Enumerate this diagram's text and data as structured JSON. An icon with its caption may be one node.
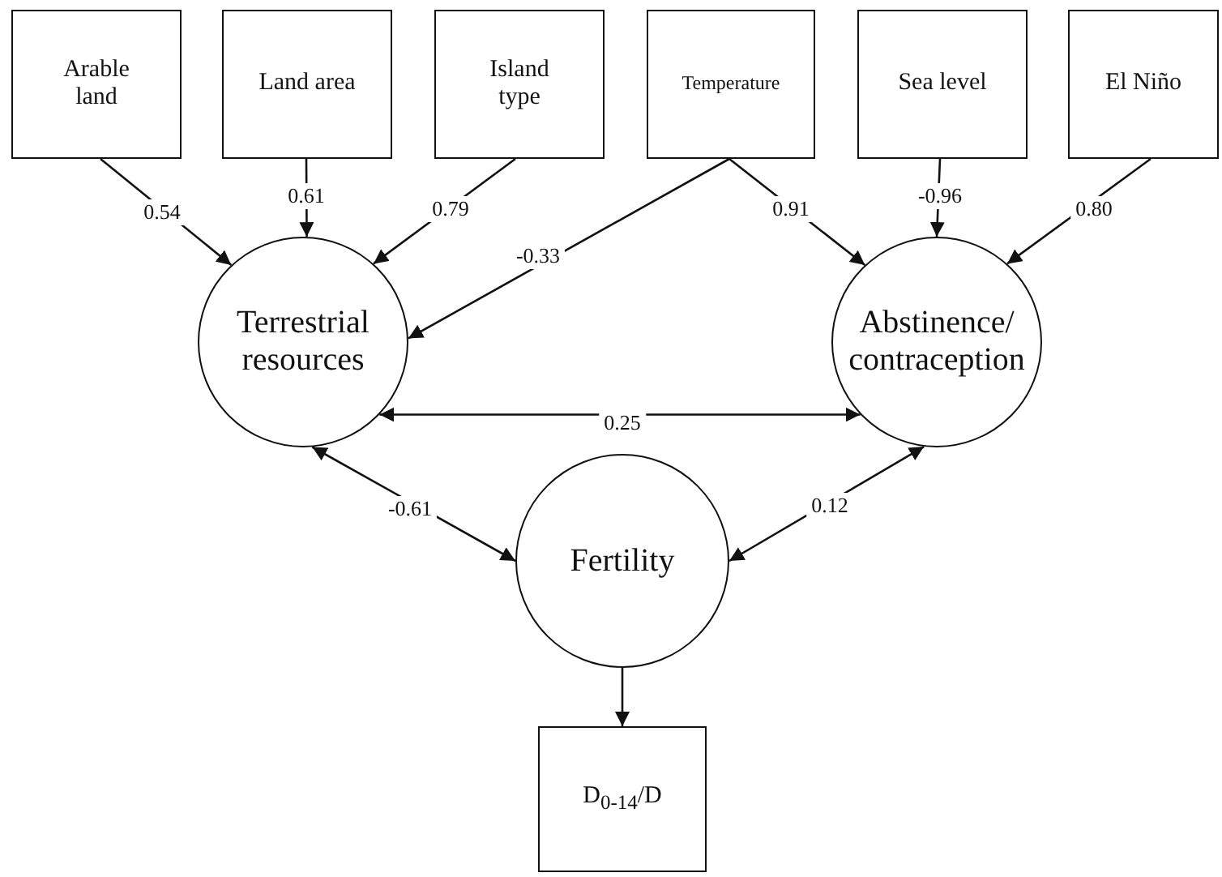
{
  "diagram": {
    "nodes": [
      {
        "text": [
          "Arable land"
        ]
      },
      {
        "text": [
          "Land area"
        ]
      },
      {
        "text": [
          "Island type"
        ]
      },
      {
        "text": [
          "Temperature"
        ]
      },
      {
        "text": [
          "Sea level"
        ]
      },
      {
        "text": [
          "El Niño"
        ]
      },
      {
        "text": [
          "Terrestrial resources"
        ]
      },
      {
        "text": [
          "Abstinence/ contraception"
        ]
      },
      {
        "text": [
          "Fertility"
        ]
      },
      {
        "text": [
          "D$_{0-14}$/D"
        ]
      }
    ],
    "edges": [
      {
        "from": 0,
        "to": 6,
        "arrow": "to",
        "label": "0.54"
      },
      {
        "from": 1,
        "to": 6,
        "arrow": "to",
        "label": "0.61"
      },
      {
        "from": 2,
        "to": 6,
        "arrow": "to",
        "label": "0.79"
      },
      {
        "from": 3,
        "to": 6,
        "arrow": "to",
        "label": "-0.33"
      },
      {
        "from": 3,
        "to": 7,
        "arrow": "to",
        "label": "0.91"
      },
      {
        "from": 4,
        "to": 7,
        "arrow": "to",
        "label": "-0.96"
      },
      {
        "from": 5,
        "to": 7,
        "arrow": "to",
        "label": "0.80"
      },
      {
        "from": 6,
        "to": 7,
        "arrow": "both",
        "label": "0.25"
      },
      {
        "from": 6,
        "to": 8,
        "arrow": "both",
        "label": "-0.61"
      },
      {
        "from": 7,
        "to": 8,
        "arrow": "both",
        "label": "0.12"
      },
      {
        "from": 8,
        "to": 9,
        "arrow": "to"
      }
    ]
  }
}
